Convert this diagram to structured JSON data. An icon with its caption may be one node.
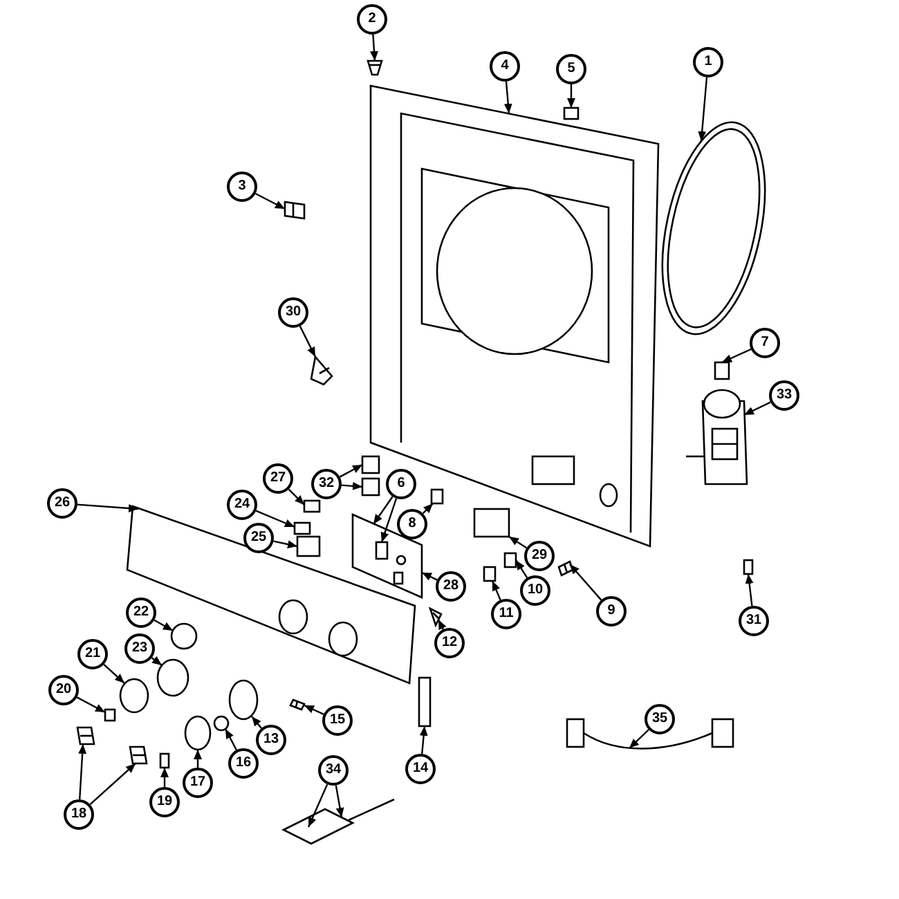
{
  "diagram": {
    "nodes": [
      {
        "text": [
          "2"
        ]
      },
      {
        "text": [
          "1"
        ]
      },
      {
        "text": [
          "4"
        ]
      },
      {
        "text": [
          "5"
        ]
      },
      {
        "text": [
          "3"
        ]
      },
      {
        "text": [
          "30"
        ]
      },
      {
        "text": [
          "7"
        ]
      },
      {
        "text": [
          "33"
        ]
      },
      {
        "text": [
          "32"
        ]
      },
      {
        "text": [
          "27"
        ]
      },
      {
        "text": [
          "26"
        ]
      },
      {
        "text": [
          "24"
        ]
      },
      {
        "text": [
          "6"
        ]
      },
      {
        "text": [
          "8"
        ]
      },
      {
        "text": [
          "25"
        ]
      },
      {
        "text": [
          "29"
        ]
      },
      {
        "text": [
          "28"
        ]
      },
      {
        "text": [
          "10"
        ]
      },
      {
        "text": [
          "11"
        ]
      },
      {
        "text": [
          "9"
        ]
      },
      {
        "text": [
          "31"
        ]
      },
      {
        "text": [
          "22"
        ]
      },
      {
        "text": [
          "12"
        ]
      },
      {
        "text": [
          "23"
        ]
      },
      {
        "text": [
          "21"
        ]
      },
      {
        "text": [
          "20"
        ]
      },
      {
        "text": [
          "15"
        ]
      },
      {
        "text": [
          "35"
        ]
      },
      {
        "text": [
          "13"
        ]
      },
      {
        "text": [
          "16"
        ]
      },
      {
        "text": [
          "34"
        ]
      },
      {
        "text": [
          "14"
        ]
      },
      {
        "text": [
          "17"
        ]
      },
      {
        "text": [
          "19"
        ]
      },
      {
        "text": [
          "18"
        ]
      },
      {
        "text": [],
        "shape": "picture"
      },
      {
        "text": [],
        "shape": "picture"
      },
      {
        "text": [],
        "shape": "picture"
      },
      {
        "text": [],
        "shape": "box"
      },
      {
        "text": [],
        "shape": "picture"
      },
      {
        "text": [],
        "shape": "picture"
      },
      {
        "text": [],
        "shape": "box"
      },
      {
        "text": [],
        "shape": "picture"
      },
      {
        "text": [],
        "shape": "box"
      },
      {
        "text": [],
        "shape": "box"
      },
      {
        "text": [],
        "shape": "box"
      },
      {
        "text": [],
        "shape": "picture"
      },
      {
        "text": [],
        "shape": "box"
      },
      {
        "text": [],
        "shape": "picture"
      },
      {
        "text": [],
        "shape": "box",
        "in": 48
      },
      {
        "text": [],
        "shape": "box"
      },
      {
        "text": [],
        "shape": "box"
      },
      {
        "text": [],
        "shape": "box"
      },
      {
        "text": [],
        "shape": "box"
      },
      {
        "text": [],
        "shape": "box"
      },
      {
        "text": [],
        "shape": "picture"
      },
      {
        "text": [],
        "shape": "box"
      },
      {
        "text": [],
        "shape": "circle"
      },
      {
        "text": [],
        "shape": "picture"
      },
      {
        "text": [],
        "shape": "circle"
      },
      {
        "text": [],
        "shape": "circle"
      },
      {
        "text": [],
        "shape": "box"
      },
      {
        "text": [],
        "shape": "picture"
      },
      {
        "text": [],
        "shape": "picture"
      },
      {
        "text": [],
        "shape": "circle"
      },
      {
        "text": [],
        "shape": "circle"
      },
      {
        "text": [],
        "shape": "picture"
      },
      {
        "text": [],
        "shape": "box"
      },
      {
        "text": [],
        "shape": "circle"
      },
      {
        "text": [],
        "shape": "box"
      },
      {
        "text": [],
        "shape": "picture"
      },
      {
        "text": [],
        "shape": "picture"
      }
    ],
    "edges": [
      {
        "from": 0,
        "to": 35,
        "arrow": "to"
      },
      {
        "from": 1,
        "to": 36,
        "arrow": "to"
      },
      {
        "from": 2,
        "to": 37,
        "arrow": "to"
      },
      {
        "from": 3,
        "to": 38,
        "arrow": "to"
      },
      {
        "from": 4,
        "to": 39,
        "arrow": "to"
      },
      {
        "from": 5,
        "to": 40,
        "arrow": "to"
      },
      {
        "from": 6,
        "to": 41,
        "arrow": "to"
      },
      {
        "from": 7,
        "to": 42,
        "arrow": "to"
      },
      {
        "from": 8,
        "to": 43,
        "arrow": "to"
      },
      {
        "from": 8,
        "to": 44,
        "arrow": "to"
      },
      {
        "from": 9,
        "to": 45,
        "arrow": "to"
      },
      {
        "from": 10,
        "to": 46,
        "arrow": "to"
      },
      {
        "from": 11,
        "to": 47,
        "arrow": "to"
      },
      {
        "from": 12,
        "to": 48,
        "arrow": "to"
      },
      {
        "from": 12,
        "to": 49,
        "arrow": "to"
      },
      {
        "from": 13,
        "to": 50,
        "arrow": "to"
      },
      {
        "from": 14,
        "to": 51,
        "arrow": "to"
      },
      {
        "from": 15,
        "to": 52,
        "arrow": "to"
      },
      {
        "from": 16,
        "to": 48,
        "arrow": "to"
      },
      {
        "from": 17,
        "to": 53,
        "arrow": "to"
      },
      {
        "from": 18,
        "to": 54,
        "arrow": "to"
      },
      {
        "from": 19,
        "to": 55,
        "arrow": "to"
      },
      {
        "from": 20,
        "to": 56,
        "arrow": "to"
      },
      {
        "from": 21,
        "to": 57,
        "arrow": "to"
      },
      {
        "from": 22,
        "to": 58,
        "arrow": "to"
      },
      {
        "from": 23,
        "to": 59,
        "arrow": "to"
      },
      {
        "from": 24,
        "to": 60,
        "arrow": "to"
      },
      {
        "from": 25,
        "to": 61,
        "arrow": "to"
      },
      {
        "from": 26,
        "to": 62,
        "arrow": "to"
      },
      {
        "from": 27,
        "to": 63,
        "arrow": "to"
      },
      {
        "from": 28,
        "to": 64,
        "arrow": "to"
      },
      {
        "from": 29,
        "to": 65,
        "arrow": "to"
      },
      {
        "from": 30,
        "to": 66,
        "arrow": "to"
      },
      {
        "from": 30,
        "to": 66,
        "arrow": "to"
      },
      {
        "from": 31,
        "to": 67,
        "arrow": "to"
      },
      {
        "from": 32,
        "to": 68,
        "arrow": "to"
      },
      {
        "from": 33,
        "to": 69,
        "arrow": "to"
      },
      {
        "from": 34,
        "to": 70,
        "arrow": "to"
      },
      {
        "from": 34,
        "to": 71,
        "arrow": "to"
      }
    ]
  }
}
